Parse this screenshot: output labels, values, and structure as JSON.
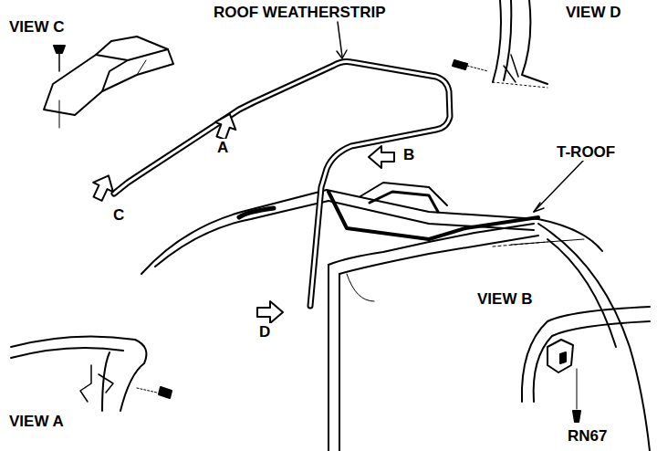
{
  "diagram": {
    "labels": [
      "VIEW C",
      "ROOF WEATHERSTRIP",
      "VIEW D",
      "A",
      "C",
      "B",
      "T-ROOF",
      "D",
      "VIEW B",
      "VIEW A",
      "RN67"
    ]
  }
}
